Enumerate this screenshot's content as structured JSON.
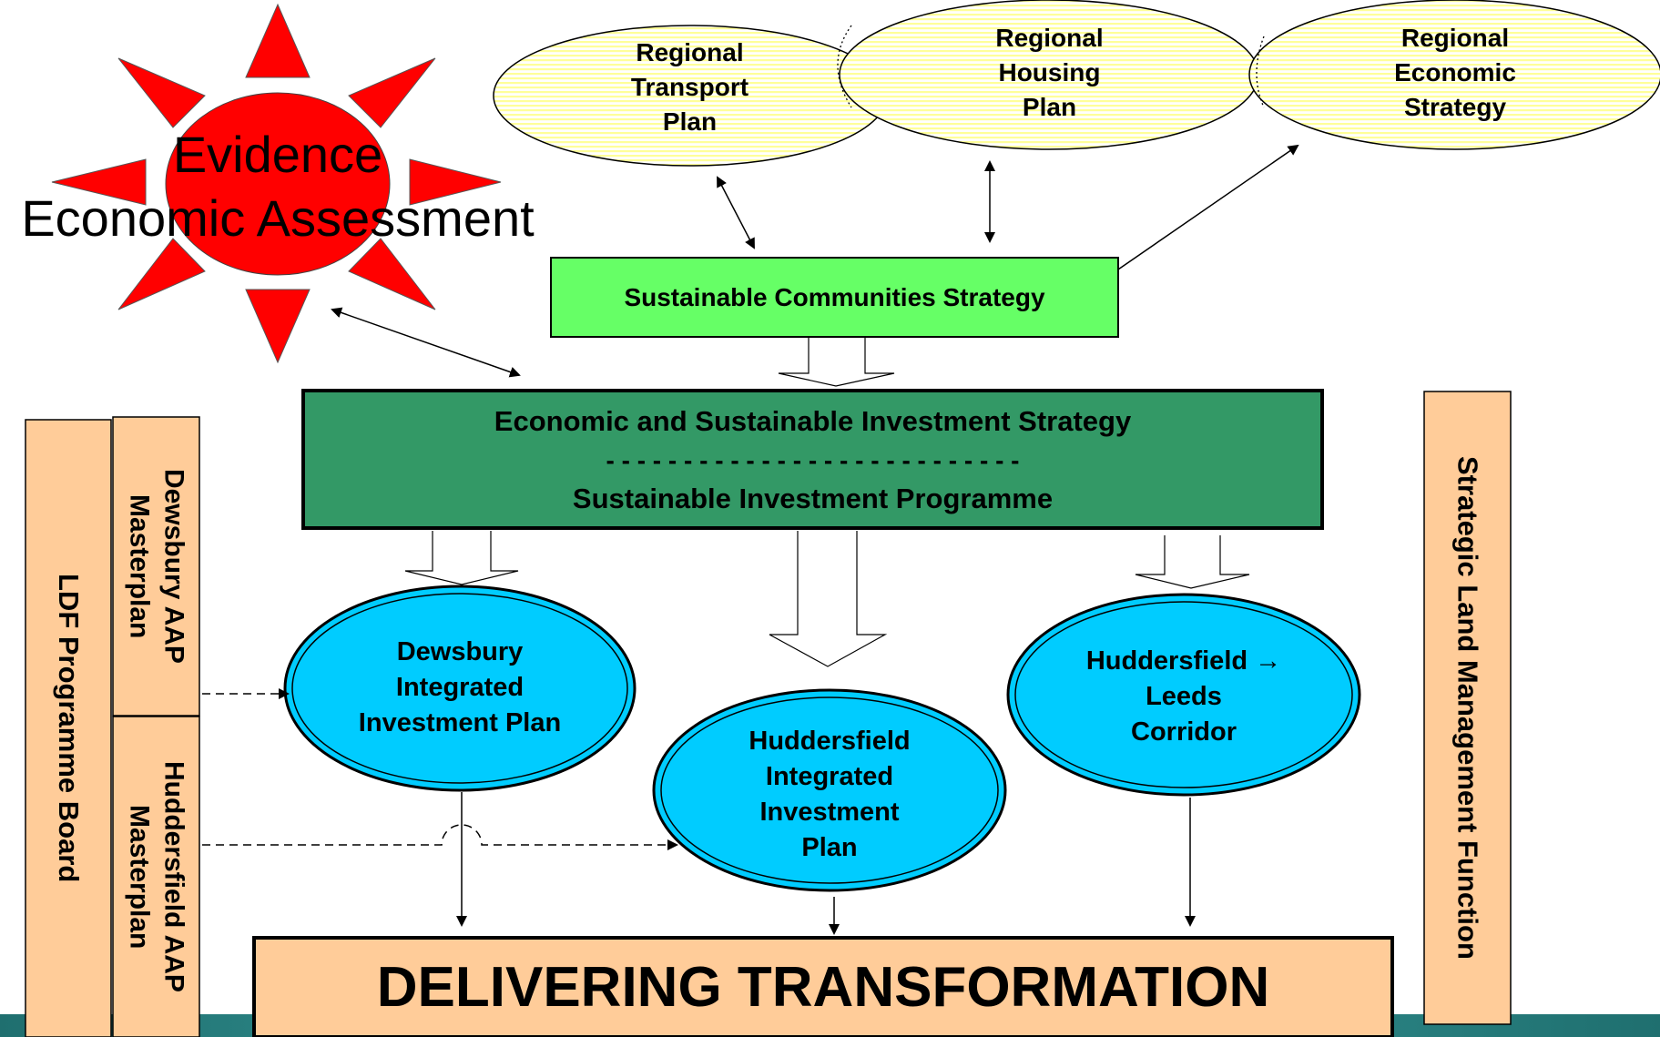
{
  "evidence": {
    "line1": "Evidence",
    "line2": "Economic Assessment",
    "fill": "#ff0000"
  },
  "regional_plans": [
    {
      "label": "Regional\nTransport\nPlan"
    },
    {
      "label": "Regional\nHousing\nPlan"
    },
    {
      "label": "Regional\nEconomic\nStrategy"
    }
  ],
  "sustainable_communities": {
    "label": "Sustainable Communities Strategy",
    "fill": "#66ff66"
  },
  "investment_strategy": {
    "title": "Economic and Sustainable Investment Strategy",
    "divider": "- - - - - - - - - - - - - - - - - - - - - - - - - - -",
    "subtitle": "Sustainable Investment Programme",
    "fill": "#339966"
  },
  "investment_plans": [
    {
      "label": "Dewsbury\nIntegrated\nInvestment Plan"
    },
    {
      "label": "Huddersfield\nIntegrated\nInvestment\nPlan"
    },
    {
      "label": "Huddersfield →\nLeeds\nCorridor"
    }
  ],
  "side_boxes": {
    "ldf": "LDF Programme Board",
    "dewsbury_aap": "Dewsbury AAP\nMasterplan",
    "huddersfield_aap": "Huddersfield AAP\nMasterplan",
    "strategic_land": "Strategic Land Management Function",
    "fill": "#ffcc99"
  },
  "delivering": {
    "label": "DELIVERING TRANSFORMATION"
  },
  "colors": {
    "ellipse_fill": "#ffff99",
    "plan_fill": "#00ccff",
    "footer_teal": "#2e8b8b"
  }
}
